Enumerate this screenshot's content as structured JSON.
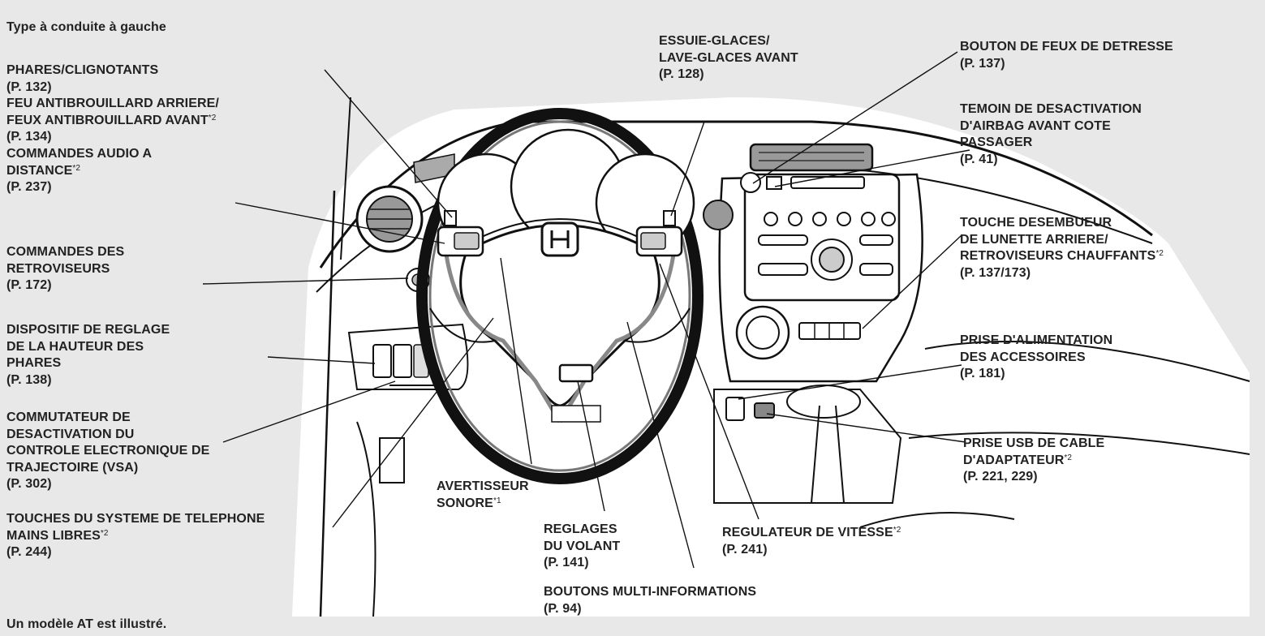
{
  "header": "Type à conduite à gauche",
  "footer": "Un modèle AT est illustré.",
  "callouts": {
    "phares": {
      "lines": [
        "PHARES/CLIGNOTANTS",
        "(P. 132)",
        "FEU ANTIBROUILLARD ARRIERE/",
        "FEUX ANTIBROUILLARD AVANT",
        "(P. 134)"
      ],
      "sup": "*2"
    },
    "audio": {
      "lines": [
        "COMMANDES AUDIO A",
        "DISTANCE",
        "(P. 237)"
      ],
      "sup": "*2"
    },
    "retro": {
      "lines": [
        "COMMANDES DES",
        "RETROVISEURS",
        "(P. 172)"
      ]
    },
    "hauteur": {
      "lines": [
        "DISPOSITIF DE REGLAGE",
        "DE LA HAUTEUR DES",
        "PHARES",
        "(P. 138)"
      ]
    },
    "vsa": {
      "lines": [
        "COMMUTATEUR DE",
        "DESACTIVATION DU",
        "CONTROLE ELECTRONIQUE DE",
        "TRAJECTOIRE (VSA)",
        "(P. 302)"
      ]
    },
    "telephone": {
      "lines": [
        "TOUCHES DU SYSTEME DE TELEPHONE",
        "MAINS LIBRES",
        "(P. 244)"
      ],
      "sup": "*2"
    },
    "essuie": {
      "lines": [
        "ESSUIE-GLACES/",
        "LAVE-GLACES AVANT",
        "(P. 128)"
      ]
    },
    "avertisseur": {
      "lines": [
        "AVERTISSEUR",
        "SONORE"
      ],
      "sup": "*1"
    },
    "volant": {
      "lines": [
        "REGLAGES",
        "DU VOLANT",
        "(P. 141)"
      ]
    },
    "multi": {
      "lines": [
        "BOUTONS MULTI-INFORMATIONS",
        "(P. 94)"
      ]
    },
    "regulateur": {
      "lines": [
        "REGULATEUR DE VITESSE",
        "(P. 241)"
      ],
      "sup": "*2"
    },
    "detresse": {
      "lines": [
        "BOUTON DE FEUX DE DETRESSE",
        "(P. 137)"
      ]
    },
    "airbag": {
      "lines": [
        "TEMOIN DE DESACTIVATION",
        "D'AIRBAG AVANT COTE",
        "PASSAGER",
        "(P. 41)"
      ]
    },
    "desembueur": {
      "lines": [
        "TOUCHE DESEMBUEUR",
        "DE LUNETTE ARRIERE/",
        "RETROVISEURS CHAUFFANTS",
        "(P. 137/173)"
      ],
      "sup": "*2"
    },
    "prise": {
      "lines": [
        "PRISE D'ALIMENTATION",
        "DES ACCESSOIRES",
        "(P. 181)"
      ]
    },
    "usb": {
      "lines": [
        "PRISE USB DE CABLE",
        "D'ADAPTATEUR",
        "(P. 221, 229)"
      ],
      "sup": "*2"
    }
  }
}
